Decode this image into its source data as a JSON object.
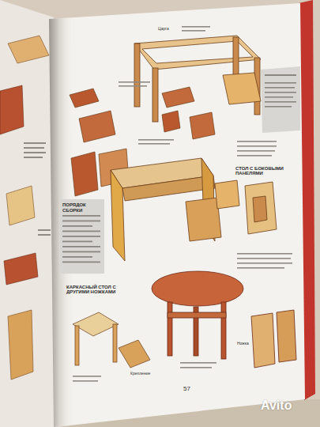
{
  "diagram": {
    "nodes": [
      {
        "text": [
          "ПОРЯДОК СБОРКИ"
        ]
      }
    ],
    "labels": [
      "КАРКАСНЫЙ СТОЛ С ДРУГИМИ НОЖКАМИ",
      "СТОЛ С БОКОВЫМИ ПАНЕЛЯМИ",
      "Царга",
      "Ножка",
      "Крепление",
      "57",
      "Avito"
    ]
  }
}
